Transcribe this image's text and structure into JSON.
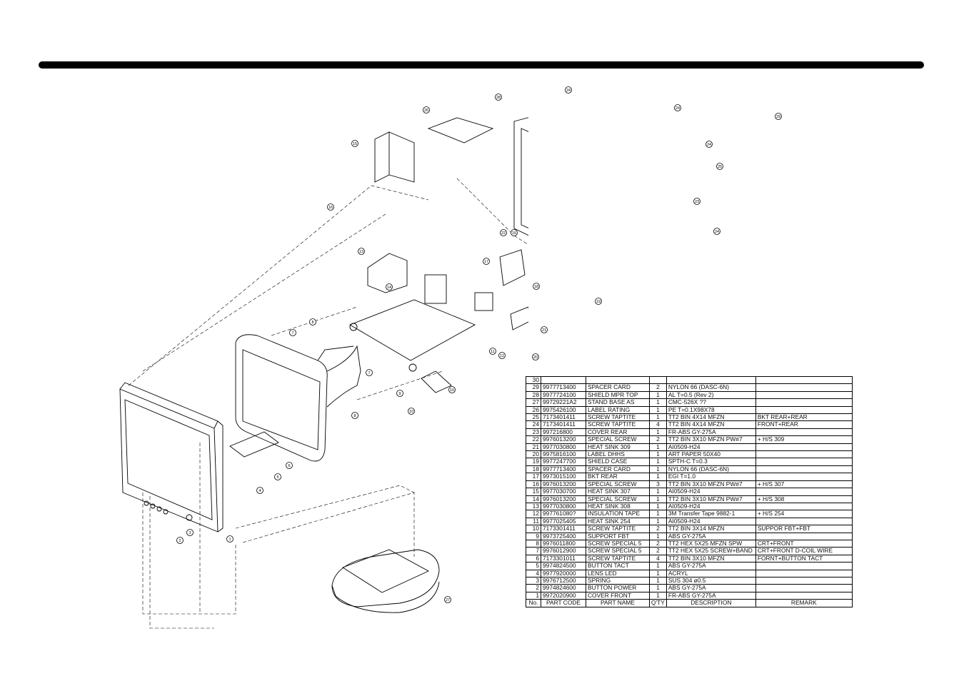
{
  "parts_table": {
    "header": {
      "no": "No.",
      "code": "PART CODE",
      "name": "PART NAME",
      "qty": "Q'TY",
      "desc": "DESCRIPTION",
      "remark": "REMARK"
    },
    "rows": [
      {
        "no": "30",
        "code": "",
        "name": "",
        "qty": "",
        "desc": "",
        "remark": ""
      },
      {
        "no": "29",
        "code": "9977713400",
        "name": "SPACER CARD",
        "qty": "2",
        "desc": "NYLON 66 (DASC-6N)",
        "remark": ""
      },
      {
        "no": "28",
        "code": "9977724100",
        "name": "SHIELD MPR TOP",
        "qty": "1",
        "desc": "AL T=0.5 (Rev 2)",
        "remark": ""
      },
      {
        "no": "27",
        "code": "99729221A2",
        "name": "STAND BASE AS",
        "qty": "1",
        "desc": "CMC-526X ??",
        "remark": ""
      },
      {
        "no": "26",
        "code": "9975426100",
        "name": "LABEL RATING",
        "qty": "1",
        "desc": "PE T=0.1X98X78",
        "remark": ""
      },
      {
        "no": "25",
        "code": "7173401411",
        "name": "SCREW TAPTITE",
        "qty": "1",
        "desc": "TT2 BIN 4X14 MFZN",
        "remark": "BKT REAR+REAR"
      },
      {
        "no": "24",
        "code": "7173401411",
        "name": "SCREW TAPTITE",
        "qty": "4",
        "desc": "TT2 BIN 4X14 MFZN",
        "remark": "FRONT+REAR"
      },
      {
        "no": "23",
        "code": "997216800",
        "name": "COVER REAR",
        "qty": "1",
        "desc": "FR-ABS GY-275A",
        "remark": ""
      },
      {
        "no": "22",
        "code": "9976013200",
        "name": "SPECIAL SCREW",
        "qty": "2",
        "desc": "TT2 BIN 3X10 MFZN PW#7",
        "remark": "+ H/S 309"
      },
      {
        "no": "21",
        "code": "9977030800",
        "name": "HEAT SINK 309",
        "qty": "1",
        "desc": "AI0509-H24",
        "remark": ""
      },
      {
        "no": "20",
        "code": "9975816100",
        "name": "LABEL DHHS",
        "qty": "1",
        "desc": "ART PAPER 50X40",
        "remark": ""
      },
      {
        "no": "19",
        "code": "9977247700",
        "name": "SHIELD CASE",
        "qty": "1",
        "desc": "SPTH-C T=0.3",
        "remark": ""
      },
      {
        "no": "18",
        "code": "9977713400",
        "name": "SPACER CARD",
        "qty": "1",
        "desc": "NYLON 66 (DASC-6N)",
        "remark": ""
      },
      {
        "no": "17",
        "code": "9973015100",
        "name": "BKT REAR",
        "qty": "1",
        "desc": "EGI T=1.0",
        "remark": ""
      },
      {
        "no": "16",
        "code": "9976013200",
        "name": "SPECIAL SCREW",
        "qty": "3",
        "desc": "TT2 BIN 3X10 MFZN PW#7",
        "remark": "+ H/S 307"
      },
      {
        "no": "15",
        "code": "9977030700",
        "name": "HEAT SINK 307",
        "qty": "1",
        "desc": "AI0509-H24",
        "remark": ""
      },
      {
        "no": "14",
        "code": "9976013200",
        "name": "SPECIAL SCREW",
        "qty": "1",
        "desc": "TT2 BIN 3X10 MFZN PW#7",
        "remark": "+ H/S 308"
      },
      {
        "no": "13",
        "code": "9977030800",
        "name": "HEAT SINK 308",
        "qty": "1",
        "desc": "AI0509-H24",
        "remark": ""
      },
      {
        "no": "12",
        "code": "997761080?",
        "name": "INSULATION TAPE",
        "qty": "1",
        "desc": "3M Transfer Tape 9882-1",
        "remark": "+ H/S 254"
      },
      {
        "no": "11",
        "code": "9977025405",
        "name": "HEAT SINK 254",
        "qty": "1",
        "desc": "AI0509-H24",
        "remark": ""
      },
      {
        "no": "10",
        "code": "7173301411",
        "name": "SCREW TAPTITE",
        "qty": "2",
        "desc": "TT2 BIN 3X14 MFZN",
        "remark": "SUPPOR FBT+FBT"
      },
      {
        "no": "9",
        "code": "9973725400",
        "name": "SUPPORT FBT",
        "qty": "1",
        "desc": "ABS GY-275A",
        "remark": ""
      },
      {
        "no": "8",
        "code": "9976011800",
        "name": "SCREW SPECIAL 5",
        "qty": "2",
        "desc": "TT2 HEX 5X25 MFZN SPW",
        "remark": "CRT+FRONT"
      },
      {
        "no": "7",
        "code": "9976012900",
        "name": "SCREW SPECIAL 5",
        "qty": "2",
        "desc": "TT2 HEX 5X25 SCREW+BAND",
        "remark": "CRT+FRONT D-COIL WIRE"
      },
      {
        "no": "6",
        "code": "7173301011",
        "name": "SCREW TAPTITE",
        "qty": "4",
        "desc": "TT2 BIN 3X10 MFZN",
        "remark": "FORNT+BUTTON TACT"
      },
      {
        "no": "5",
        "code": "9974824500",
        "name": "BUTTON TACT",
        "qty": "1",
        "desc": "ABS GY-275A",
        "remark": ""
      },
      {
        "no": "4",
        "code": "9977920000",
        "name": "LENS LED",
        "qty": "1",
        "desc": "ACRYL",
        "remark": ""
      },
      {
        "no": "3",
        "code": "9976712500",
        "name": "SPRING",
        "qty": "1",
        "desc": "SUS 304 ø0.5",
        "remark": ""
      },
      {
        "no": "2",
        "code": "9974824600",
        "name": "BUTTON POWER",
        "qty": "1",
        "desc": "ABS GY-275A",
        "remark": ""
      },
      {
        "no": "1",
        "code": "9972020900",
        "name": "COVER FRONT",
        "qty": "1",
        "desc": "FR-ABS GY-275A",
        "remark": ""
      }
    ]
  },
  "callouts": [
    "1",
    "2",
    "3",
    "4",
    "5",
    "6",
    "7",
    "7",
    "8",
    "8",
    "9",
    "10",
    "10",
    "11",
    "12",
    "13",
    "14",
    "15",
    "16",
    "17",
    "18",
    "19",
    "20",
    "21",
    "22",
    "23",
    "24",
    "24",
    "24",
    "24",
    "25",
    "26",
    "27",
    "28",
    "29",
    "16"
  ],
  "colors": {
    "ink": "#000000",
    "paper": "#ffffff"
  }
}
